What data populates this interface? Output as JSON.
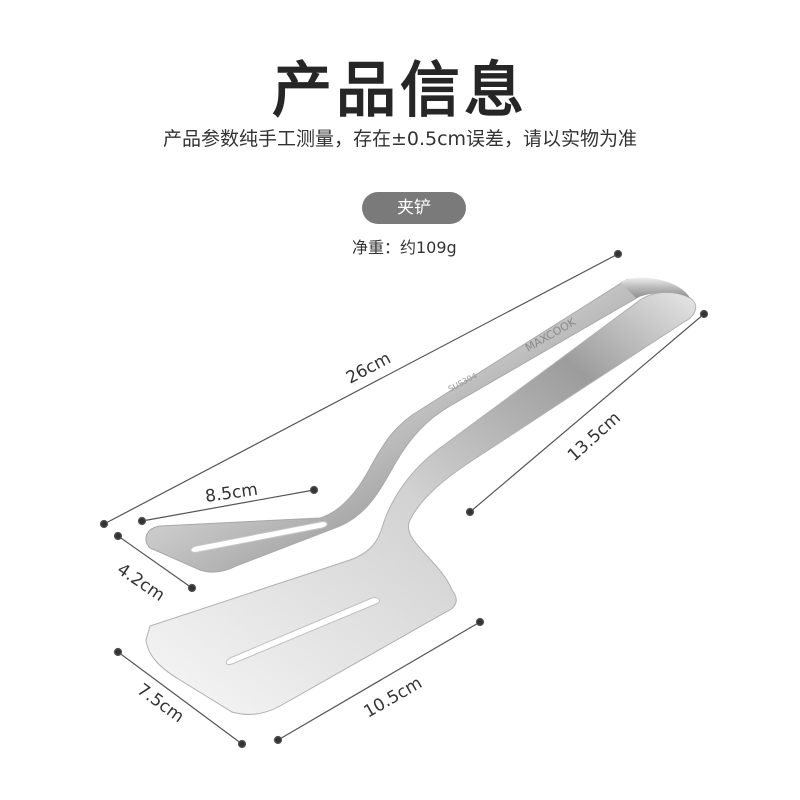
{
  "header": {
    "title": "产品信息",
    "subtitle": "产品参数纯手工测量，存在±0.5cm误差，请以实物为准"
  },
  "product": {
    "name": "夹铲",
    "weight": "净重：约109g",
    "brand_engraving": "MAXCOOK",
    "material_engraving": "SUS304"
  },
  "dimensions": {
    "total_length": "26cm",
    "upper_blade_length": "8.5cm",
    "upper_blade_width": "4.2cm",
    "lower_handle_length": "13.5cm",
    "lower_blade_length": "10.5cm",
    "lower_blade_width": "7.5cm"
  },
  "colors": {
    "badge_bg": "#7a7a7a",
    "dimension_line": "#555555",
    "steel_light": "#f2f2f2",
    "steel_dark": "#8a8a8a"
  }
}
